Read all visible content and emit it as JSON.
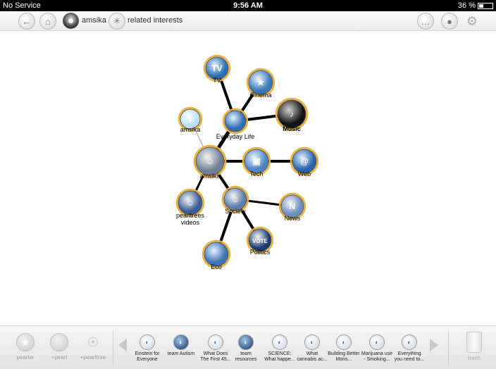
{
  "status": {
    "carrier": "No Service",
    "time": "9:56 AM",
    "battery": "36 %"
  },
  "topbar": {
    "user": "amsika",
    "section": "related interests"
  },
  "graph": {
    "nodes": [
      {
        "id": "tv",
        "label": "TV",
        "icon": "tv-pearl"
      },
      {
        "id": "cinema",
        "label": "Cinema",
        "icon": "star-pearl"
      },
      {
        "id": "music",
        "label": "Music",
        "icon": "music-pearl"
      },
      {
        "id": "everyday",
        "label": "Everyday Life",
        "icon": "pearl"
      },
      {
        "id": "twitter",
        "label": "amsika",
        "icon": "twitter-pearl"
      },
      {
        "id": "amsika",
        "label": "amsika",
        "icon": "robot-pearl"
      },
      {
        "id": "tech",
        "label": "Tech",
        "icon": "tech-pearl"
      },
      {
        "id": "web",
        "label": "Web",
        "icon": "web-pearl"
      },
      {
        "id": "videos",
        "label": "pearltrees videos",
        "icon": "robot-pearl"
      },
      {
        "id": "society",
        "label": "Society",
        "icon": "robot-pearl"
      },
      {
        "id": "news",
        "label": "News",
        "icon": "news-pearl"
      },
      {
        "id": "politics",
        "label": "Politics",
        "icon": "vote-pearl"
      },
      {
        "id": "eco",
        "label": "Eco",
        "icon": "pearl"
      }
    ]
  },
  "tools": {
    "pearler": "pearler",
    "pearl": "+pearl",
    "pearltree": "+pearltree",
    "trash": "trash"
  },
  "dock": [
    "Einstein for Everyone",
    "team Autism",
    "What Does The First 45...",
    "team resources",
    "SCIENCE: What happe...",
    "What cannabis ac...",
    "Building Better Mons...",
    "Marijuana use - Smoking...",
    "Everything you need to..."
  ]
}
